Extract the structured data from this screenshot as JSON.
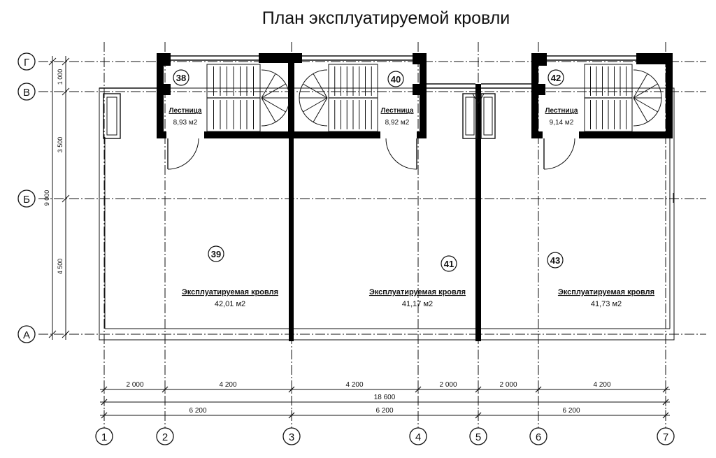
{
  "title": "План эксплуатируемой кровли",
  "grid_rows": [
    {
      "label": "Г"
    },
    {
      "label": "В"
    },
    {
      "label": "Б"
    },
    {
      "label": "А"
    }
  ],
  "grid_cols": [
    "1",
    "2",
    "3",
    "4",
    "5",
    "6",
    "7"
  ],
  "left_dims": {
    "segments": [
      "1 000",
      "3 500",
      "4 500"
    ],
    "total": "9 000"
  },
  "bottom_dims": {
    "row1": [
      "2 000",
      "4 200",
      "4 200",
      "2 000",
      "2 000",
      "4 200"
    ],
    "total": "18 600",
    "row3": [
      "6 200",
      "6 200",
      "6 200"
    ]
  },
  "rooms": [
    {
      "number": "38",
      "name": "Лестница",
      "area": "8,93 м2"
    },
    {
      "number": "40",
      "name": "Лестница",
      "area": "8,92 м2"
    },
    {
      "number": "42",
      "name": "Лестница",
      "area": "9,14 м2"
    },
    {
      "number": "39",
      "name": "Эксплуатируемая кровля",
      "area": "42,01 м2"
    },
    {
      "number": "41",
      "name": "Эксплуатируемая кровля",
      "area": "41,17 м2"
    },
    {
      "number": "43",
      "name": "Эксплуатируемая кровля",
      "area": "41,73 м2"
    }
  ]
}
